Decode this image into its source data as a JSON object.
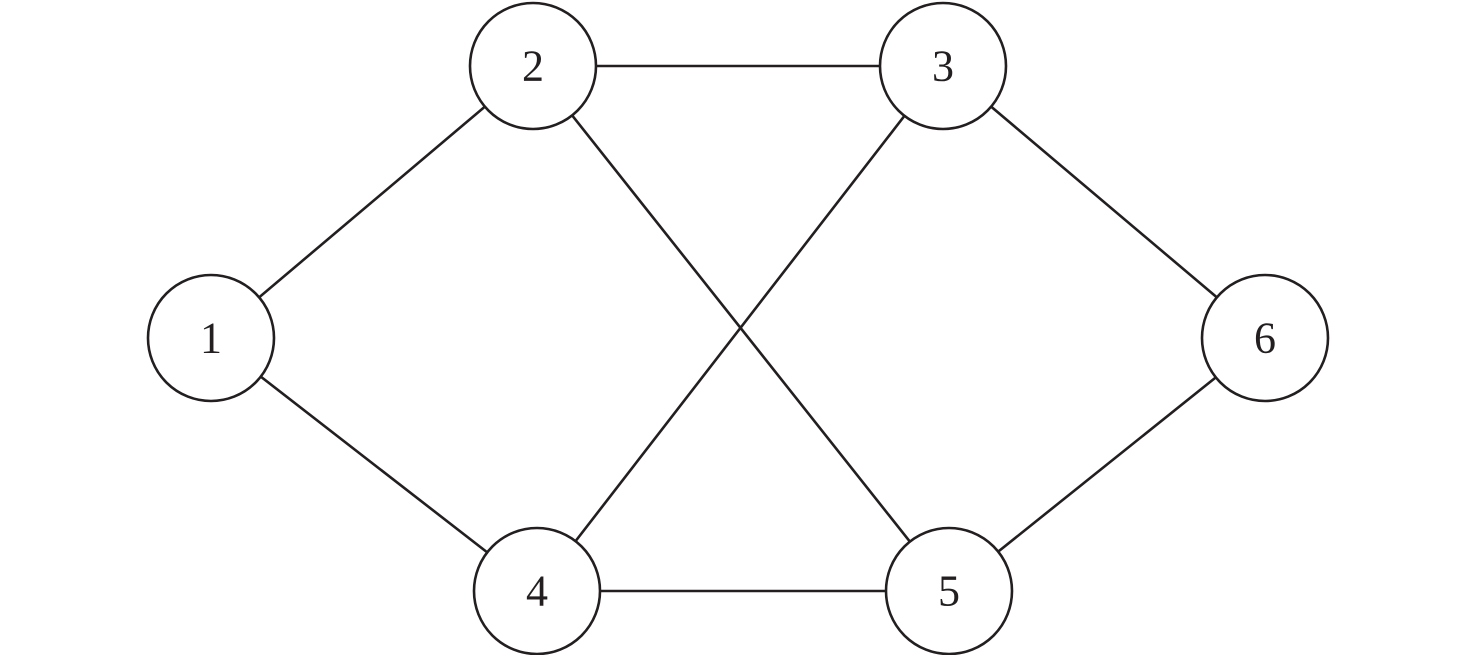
{
  "graph": {
    "nodes": [
      {
        "id": "1",
        "label": "1"
      },
      {
        "id": "2",
        "label": "2"
      },
      {
        "id": "3",
        "label": "3"
      },
      {
        "id": "4",
        "label": "4"
      },
      {
        "id": "5",
        "label": "5"
      },
      {
        "id": "6",
        "label": "6"
      }
    ],
    "edges": [
      {
        "from": "1",
        "to": "2"
      },
      {
        "from": "1",
        "to": "4"
      },
      {
        "from": "2",
        "to": "3"
      },
      {
        "from": "2",
        "to": "5"
      },
      {
        "from": "3",
        "to": "4"
      },
      {
        "from": "3",
        "to": "6"
      },
      {
        "from": "4",
        "to": "5"
      },
      {
        "from": "5",
        "to": "6"
      }
    ]
  }
}
